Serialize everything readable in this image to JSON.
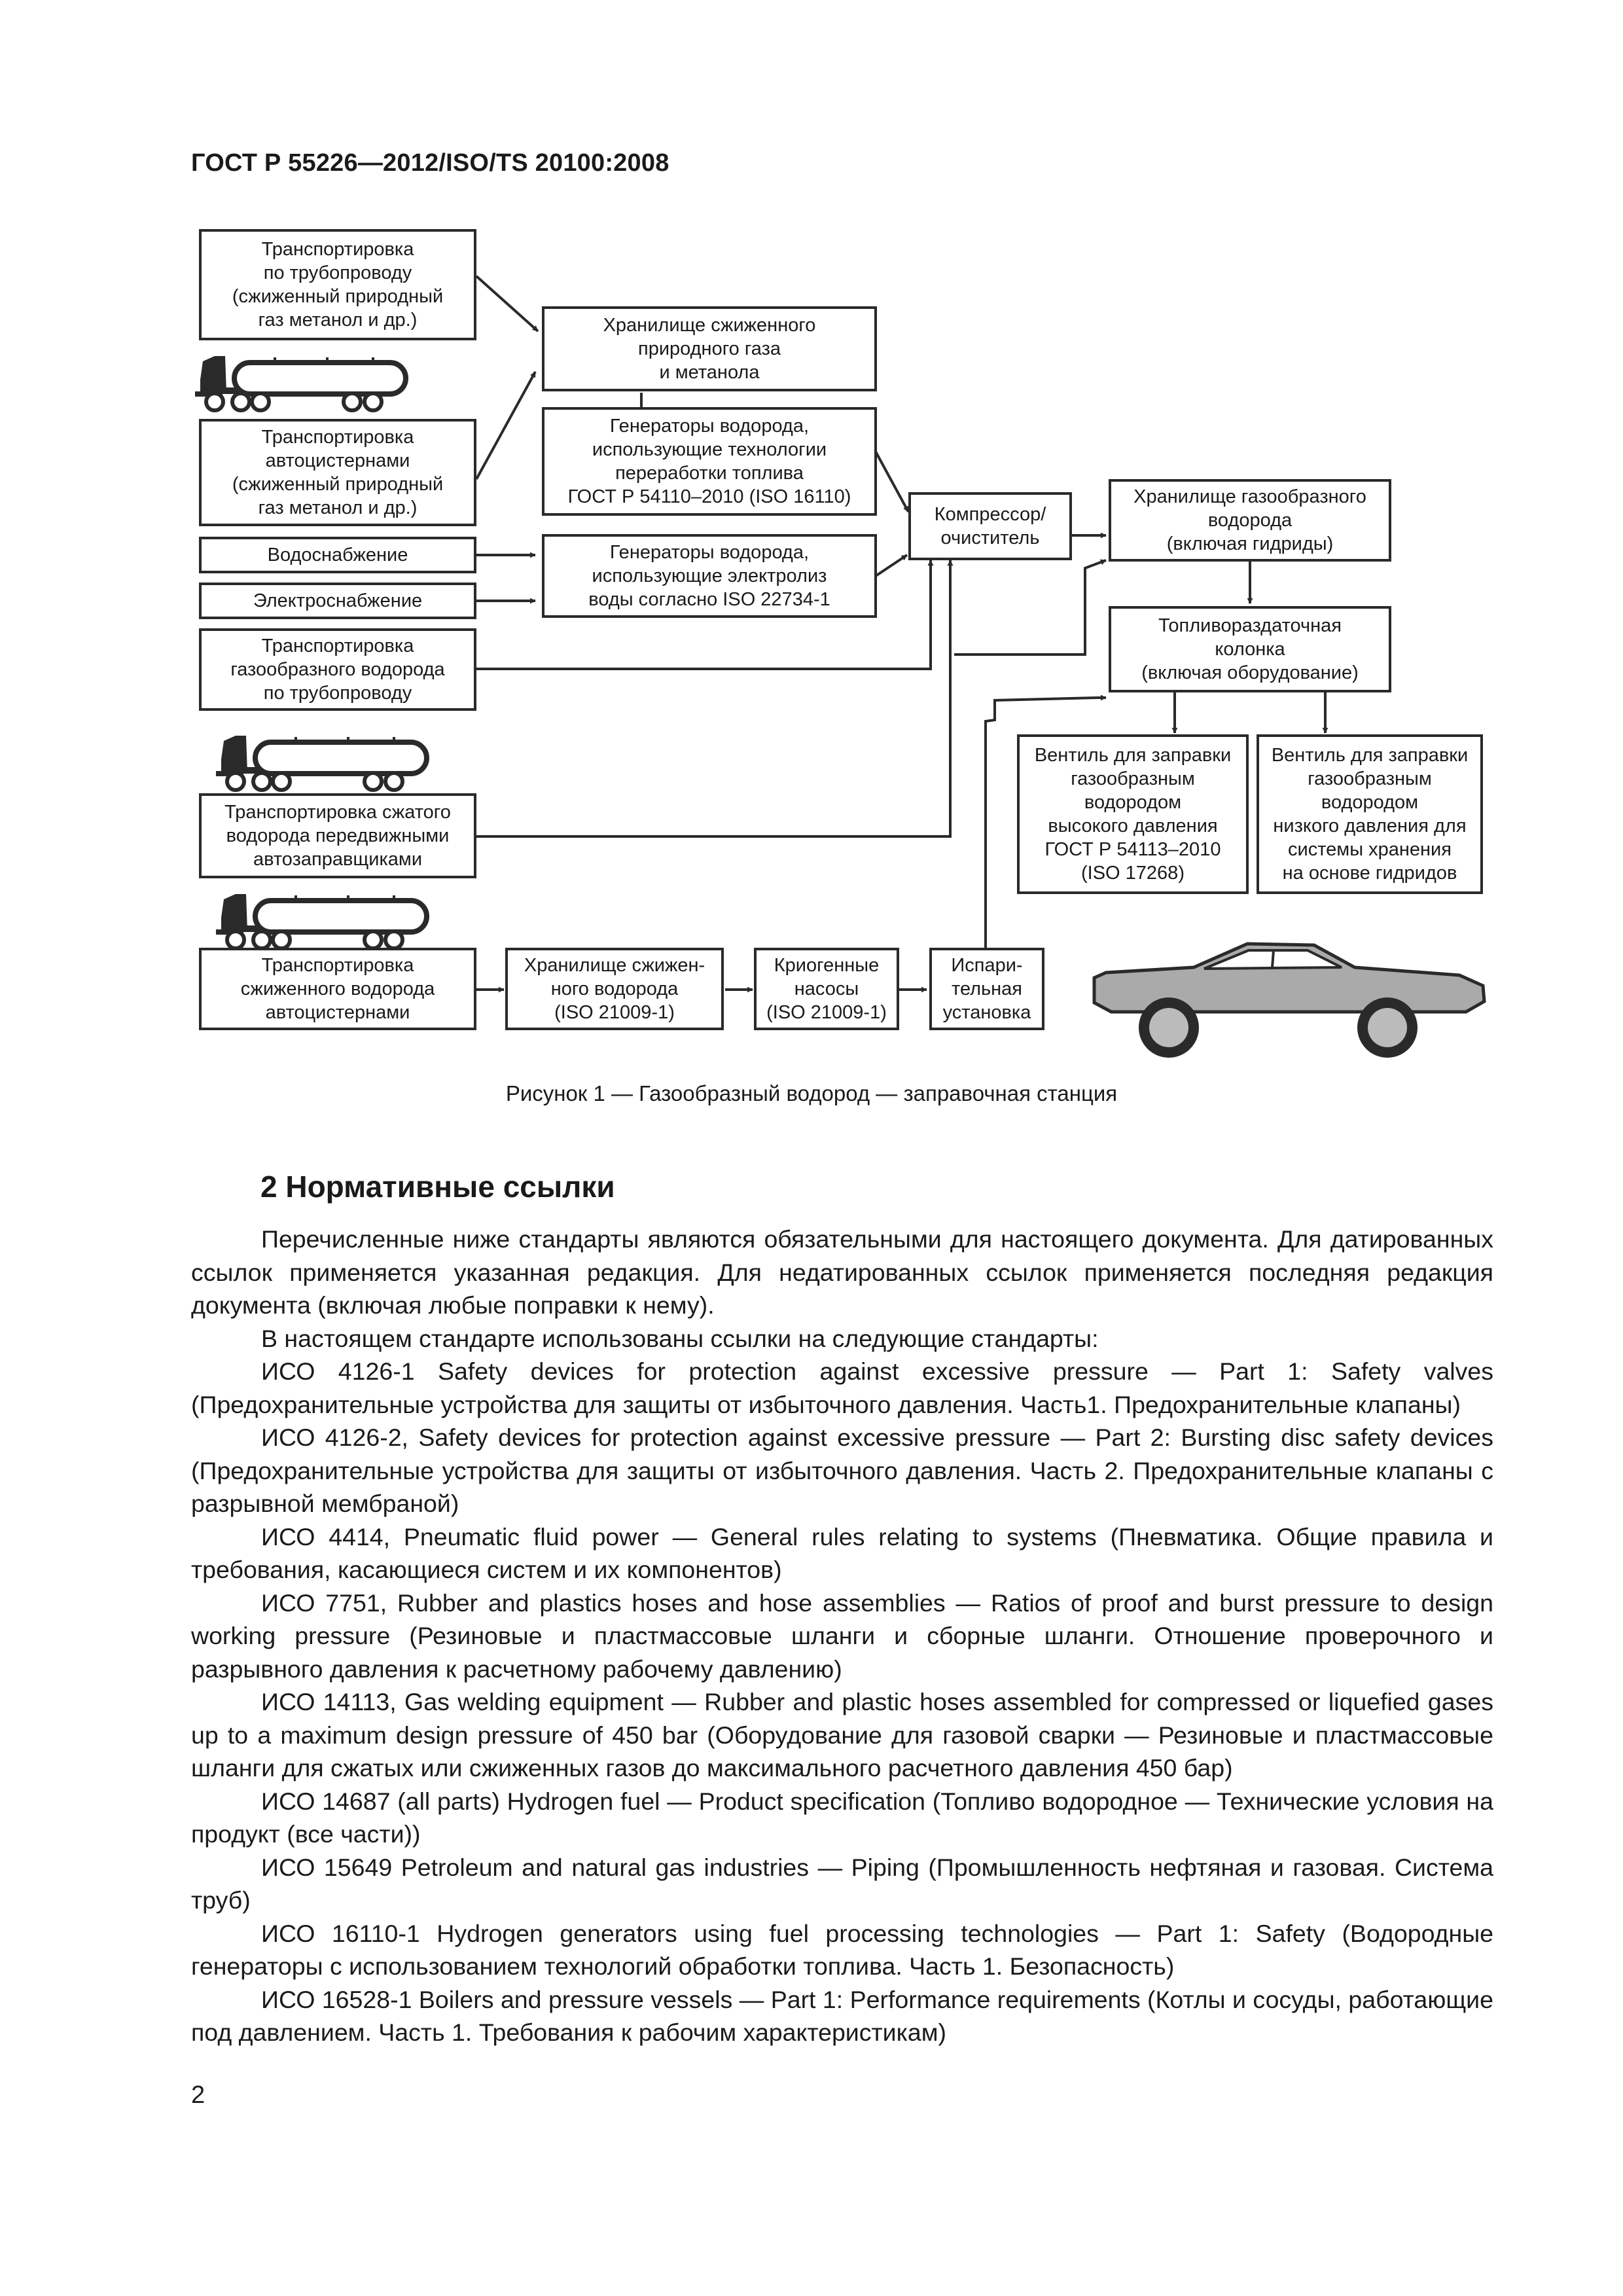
{
  "header": {
    "doc_id": "ГОСТ Р 55226—2012/ISO/TS 20100:2008"
  },
  "diagram": {
    "boxes": {
      "pipeline_liquid": "Транспортировка\nпо трубопроводу\n(сжиженный природный\nгаз метанол и др.)",
      "tanker_liquid": "Транспортировка\nавтоцистернами\n(сжиженный природный\nгаз метанол и др.)",
      "water": "Водоснабжение",
      "power": "Электроснабжение",
      "pipeline_gas": "Транспортировка\nгазообразного водорода\nпо трубопроводу",
      "mobile_refuelers": "Транспортировка сжатого\nводорода передвижными\nавтозаправщиками",
      "tanker_lh2": "Транспортировка\nсжиженного водорода\nавтоцистернами",
      "lng_storage": "Хранилище сжиженного\nприродного газа\nи метанола",
      "fuel_processing_gen": "Генераторы водорода,\nиспользующие технологии\nпереработки топлива\nГОСТ Р 54110–2010 (ISO 16110)",
      "electrolysis_gen": "Генераторы водорода,\nиспользующие электролиз\nводы согласно ISO 22734-1",
      "compressor": "Компрессор/\nочиститель",
      "gas_storage": "Хранилище газообразного\nводорода\n(включая гидриды)",
      "dispenser": "Топливораздаточная\nколонка\n(включая оборудование)",
      "hp_valve": "Вентиль для заправки\nгазообразным\nводородом\nвысокого давления\nГОСТ Р 54113–2010\n(ISO 17268)",
      "lp_valve": "Вентиль для заправки\nгазообразным\nводородом\nнизкого давления для\nсистемы хранения\nна основе гидридов",
      "lh2_storage": "Хранилище сжижен-\nного водорода\n(ISO 21009-1)",
      "cryo_pumps": "Криогенные\nнасосы\n(ISO 21009-1)",
      "vaporizer": "Испари-\nтельная\nустановка"
    },
    "icons": [
      "tanker-truck-icon",
      "tanker-truck-icon",
      "tanker-truck-icon",
      "sports-car-icon"
    ]
  },
  "caption": "Рисунок 1 — Газообразный водород — заправочная станция",
  "section": {
    "title": "2 Нормативные ссылки",
    "paragraphs": [
      "Перечисленные ниже стандарты являются обязательными для настоящего документа. Для датированных ссылок применяется указанная редакция. Для недатированных ссылок применяется последняя редакция документа (включая любые поправки к нему).",
      "В настоящем стандарте использованы ссылки на следующие стандарты:",
      "ИСО 4126-1 Safety devices for protection against excessive pressure — Part 1: Safety valves (Предохранительные устройства для защиты от избыточного давления. Часть1. Предохранительные клапаны)",
      "ИСО 4126-2, Safety devices for protection against excessive pressure — Part 2: Bursting disc safety devices (Предохранительные устройства для защиты от избыточного давления. Часть 2. Предохранительные клапаны с разрывной мембраной)",
      "ИСО 4414, Pneumatic fluid power — General rules relating to systems (Пневматика. Общие правила и требования, касающиеся систем и их компонентов)",
      "ИСО 7751, Rubber and plastics hoses and hose assemblies — Ratios of proof and burst pressure to design working pressure (Резиновые и пластмассовые шланги и сборные шланги. Отношение проверочного и разрывного давления к расчетному рабочему давлению)",
      "ИСО 14113, Gas welding equipment — Rubber and plastic hoses assembled for compressed or liquefied gases up to a maximum design pressure of 450 bar (Оборудование для газовой сварки — Резиновые и пластмассовые шланги  для сжатых или сжиженных газов до максимального расчетного давления 450 бар)",
      "ИСО 14687 (all parts) Hydrogen fuel — Product specification (Топливо водородное — Технические условия на продукт (все части))",
      "ИСО 15649 Petroleum and natural gas industries — Piping (Промышленность нефтяная и газовая. Система труб)",
      "ИСО 16110-1 Hydrogen generators using fuel processing technologies — Part 1: Safety (Водородные генераторы с использованием технологий обработки топлива. Часть 1. Безопасность)",
      "ИСО 16528-1 Boilers and pressure vessels — Part 1: Performance requirements (Котлы и сосуды, работающие под давлением. Часть 1. Требования к рабочим характеристикам)"
    ]
  },
  "page_number": "2"
}
